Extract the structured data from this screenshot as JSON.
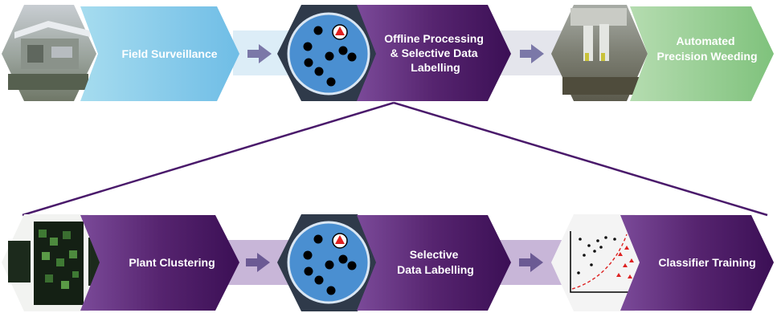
{
  "top_row": {
    "field_surveillance": {
      "lines": [
        "Field Surveillance"
      ]
    },
    "offline_processing": {
      "lines": [
        "Offline Processing",
        "& Selective Data",
        "Labelling"
      ]
    },
    "automated_weeding": {
      "lines": [
        "Automated",
        "Precision Weeding"
      ]
    }
  },
  "bottom_row": {
    "plant_clustering": {
      "lines": [
        "Plant Clustering"
      ]
    },
    "selective_labelling": {
      "lines": [
        "Selective",
        "Data Labelling"
      ]
    },
    "classifier_training": {
      "lines": [
        "Classifier Training"
      ]
    }
  },
  "icons": [
    "field-photo",
    "cluster-dots-icon",
    "robot-weeder-photo",
    "plant-image-grid",
    "cluster-dots-icon",
    "scatter-classifier-icon"
  ],
  "colors": {
    "purple": "#4a1a6b",
    "light_blue": "#8fd0ec",
    "light_green": "#9fd19b",
    "arrow_light": "#6a6aa0",
    "circle_blue": "#4a8fd1",
    "hex_dark": "#2f3a4a"
  }
}
